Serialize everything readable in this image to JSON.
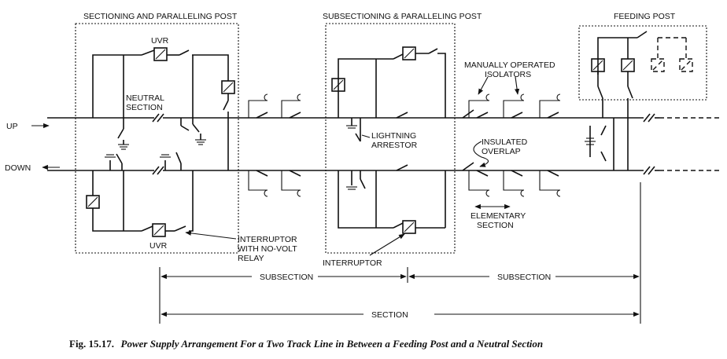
{
  "labels": {
    "sectioning_post": "SECTIONING AND PARALLELING POST",
    "subsectioning_post": "SUBSECTIONING & PARALLELING POST",
    "feeding_post": "FEEDING POST",
    "uvr_top": "UVR",
    "uvr_bottom": "UVR",
    "neutral_section_1": "NEUTRAL",
    "neutral_section_2": "SECTION",
    "up": "UP",
    "down": "DOWN",
    "lightning_1": "LIGHTNING",
    "lightning_2": "ARRESTOR",
    "manual_1": "MANUALLY OPERATED",
    "manual_2": "ISOLATORS",
    "insulated_1": "INSULATED",
    "insulated_2": "OVERLAP",
    "elementary_1": "ELEMENTARY",
    "elementary_2": "SECTION",
    "interruptor_novolt_1": "INTERRUPTOR",
    "interruptor_novolt_2": "WITH NO-VOLT",
    "interruptor_novolt_3": "RELAY",
    "interruptor": "INTERRUPTOR",
    "subsection_left": "SUBSECTION",
    "subsection_right": "SUBSECTION",
    "section": "SECTION"
  },
  "caption": {
    "number": "Fig. 15.17.",
    "text": "Power Supply Arrangement For a Two Track Line in Between a Feeding Post and a Neutral Section"
  }
}
